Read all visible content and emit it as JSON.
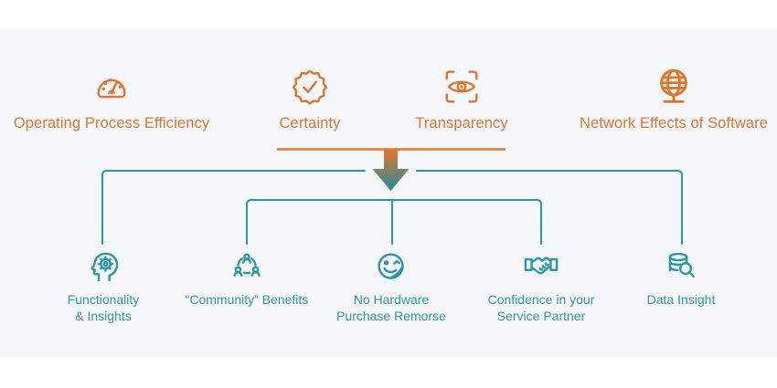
{
  "colors": {
    "orange": "#e0762b",
    "orange_line": "#e8772c",
    "teal": "#2b96a6",
    "teal_dark": "#1f8c97",
    "panel_background": "#f6f7fb",
    "page_background": "#ffffff"
  },
  "top_row": [
    {
      "label": "Operating Process Efficiency",
      "icon": "gauge-icon"
    },
    {
      "label": "Certainty",
      "icon": "seal-check-icon"
    },
    {
      "label": "Transparency",
      "icon": "eye-scan-icon"
    },
    {
      "label": "Network Effects of Software",
      "icon": "globe-icon"
    }
  ],
  "bottom_row": [
    {
      "label": "Functionality\n& Insights",
      "icon": "head-gear-icon"
    },
    {
      "label": "“Community” Benefits",
      "icon": "people-network-icon"
    },
    {
      "label": "No Hardware\nPurchase Remorse",
      "icon": "wink-face-icon"
    },
    {
      "label": "Confidence in your\nService Partner",
      "icon": "handshake-icon"
    },
    {
      "label": "Data Insight",
      "icon": "database-search-icon"
    }
  ]
}
